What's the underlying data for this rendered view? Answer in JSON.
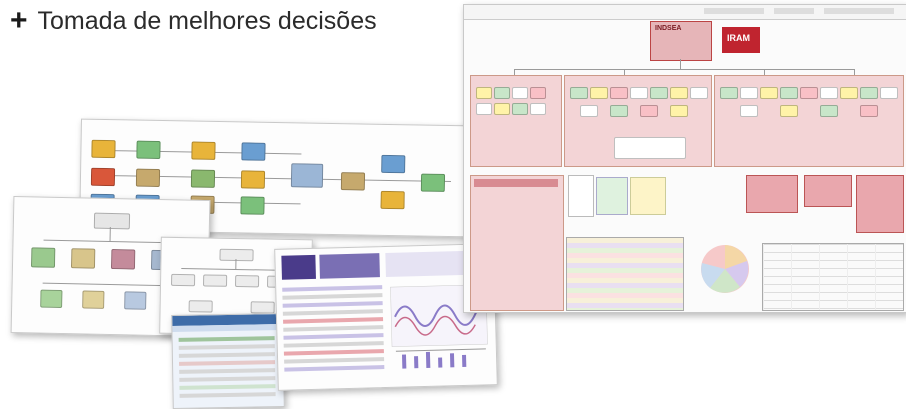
{
  "headline": {
    "bullet": "+",
    "text": "Tomada de melhores decisões"
  },
  "colors": {
    "org_red": "#c0242f",
    "panel_pink": "#f3d4d6",
    "panel_green": "#dff2df",
    "panel_yellow": "#fdf4c8",
    "dashboard_purple": "#4a3b8a",
    "process_blue": "#4a7fb3"
  },
  "documents": [
    {
      "name": "org-chart-sheet",
      "logo_text": "INDSEA",
      "badge_text": "IRAM"
    },
    {
      "name": "process-flow-sheet"
    },
    {
      "name": "flowchart-sheet"
    },
    {
      "name": "tree-diagram-sheet"
    },
    {
      "name": "spreadsheet-sheet"
    },
    {
      "name": "dashboard-sheet"
    }
  ]
}
